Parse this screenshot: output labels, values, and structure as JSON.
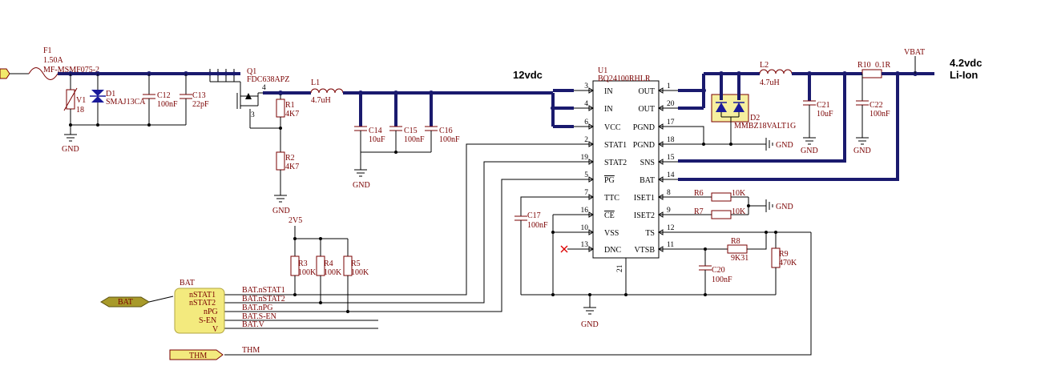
{
  "net_labels": {
    "rail_12v": "12vdc",
    "out_voltage": "4.2vdc",
    "out_chem": "Li-Ion",
    "vbat": "VBAT",
    "v2v5": "2V5"
  },
  "components": {
    "f1": {
      "ref": "F1",
      "value": "1.50A",
      "part": "MF-MSMF075-2"
    },
    "v1": {
      "ref": "V1",
      "value": "18"
    },
    "d1": {
      "ref": "D1",
      "part": "SMAJ13CA"
    },
    "c12": {
      "ref": "C12",
      "value": "100nF"
    },
    "c13": {
      "ref": "C13",
      "value": "22pF"
    },
    "q1": {
      "ref": "Q1",
      "part": "FDC638APZ",
      "pin4": "4",
      "pin3": "3"
    },
    "r1": {
      "ref": "R1",
      "value": "4K7"
    },
    "r2": {
      "ref": "R2",
      "value": "4K7"
    },
    "l1": {
      "ref": "L1",
      "value": "4.7uH"
    },
    "c14": {
      "ref": "C14",
      "value": "10uF"
    },
    "c15": {
      "ref": "C15",
      "value": "100nF"
    },
    "c16": {
      "ref": "C16",
      "value": "100nF"
    },
    "c17": {
      "ref": "C17",
      "value": "100nF"
    },
    "r3": {
      "ref": "R3",
      "value": "100K"
    },
    "r4": {
      "ref": "R4",
      "value": "100K"
    },
    "r5": {
      "ref": "R5",
      "value": "100K"
    },
    "l2": {
      "ref": "L2",
      "value": "4.7uH"
    },
    "d2": {
      "ref": "D2",
      "part": "MMBZ18VALT1G"
    },
    "c21": {
      "ref": "C21",
      "value": "10uF"
    },
    "c22": {
      "ref": "C22",
      "value": "100nF"
    },
    "r10": {
      "ref": "R10",
      "value": "0.1R"
    },
    "r6": {
      "ref": "R6",
      "value": "10K"
    },
    "r7": {
      "ref": "R7",
      "value": "10K"
    },
    "r8": {
      "ref": "R8",
      "value": "9K31"
    },
    "r9": {
      "ref": "R9",
      "value": "470K"
    },
    "c20": {
      "ref": "C20",
      "value": "100nF"
    }
  },
  "u1": {
    "ref": "U1",
    "part": "BQ24100RHLR",
    "left_pins": [
      {
        "num": "3",
        "name": "IN"
      },
      {
        "num": "4",
        "name": "IN"
      },
      {
        "num": "6",
        "name": "VCC"
      },
      {
        "num": "2",
        "name": "STAT1"
      },
      {
        "num": "19",
        "name": "STAT2"
      },
      {
        "num": "5",
        "name": "PG"
      },
      {
        "num": "7",
        "name": "TTC"
      },
      {
        "num": "16",
        "name": "CE"
      },
      {
        "num": "10",
        "name": "VSS"
      },
      {
        "num": "13",
        "name": "DNC"
      }
    ],
    "right_pins": [
      {
        "num": "1",
        "name": "OUT"
      },
      {
        "num": "20",
        "name": "OUT"
      },
      {
        "num": "17",
        "name": "PGND"
      },
      {
        "num": "18",
        "name": "PGND"
      },
      {
        "num": "15",
        "name": "SNS"
      },
      {
        "num": "14",
        "name": "BAT"
      },
      {
        "num": "8",
        "name": "ISET1"
      },
      {
        "num": "9",
        "name": "ISET2"
      },
      {
        "num": "12",
        "name": "TS"
      },
      {
        "num": "11",
        "name": "VTSB"
      }
    ],
    "bottom_pin": "21"
  },
  "gnd_label": "GND",
  "bat_bus": {
    "title": "BAT",
    "port_label": "BAT",
    "pins": [
      "nSTAT1",
      "nSTAT2",
      "nPG",
      "S-EN",
      "V"
    ],
    "nets": [
      "BAT.nSTAT1",
      "BAT.nSTAT2",
      "BAT.nPG",
      "BAT.S-EN",
      "BAT.V"
    ]
  },
  "thm": {
    "port_label": "THM",
    "net": "THM"
  }
}
